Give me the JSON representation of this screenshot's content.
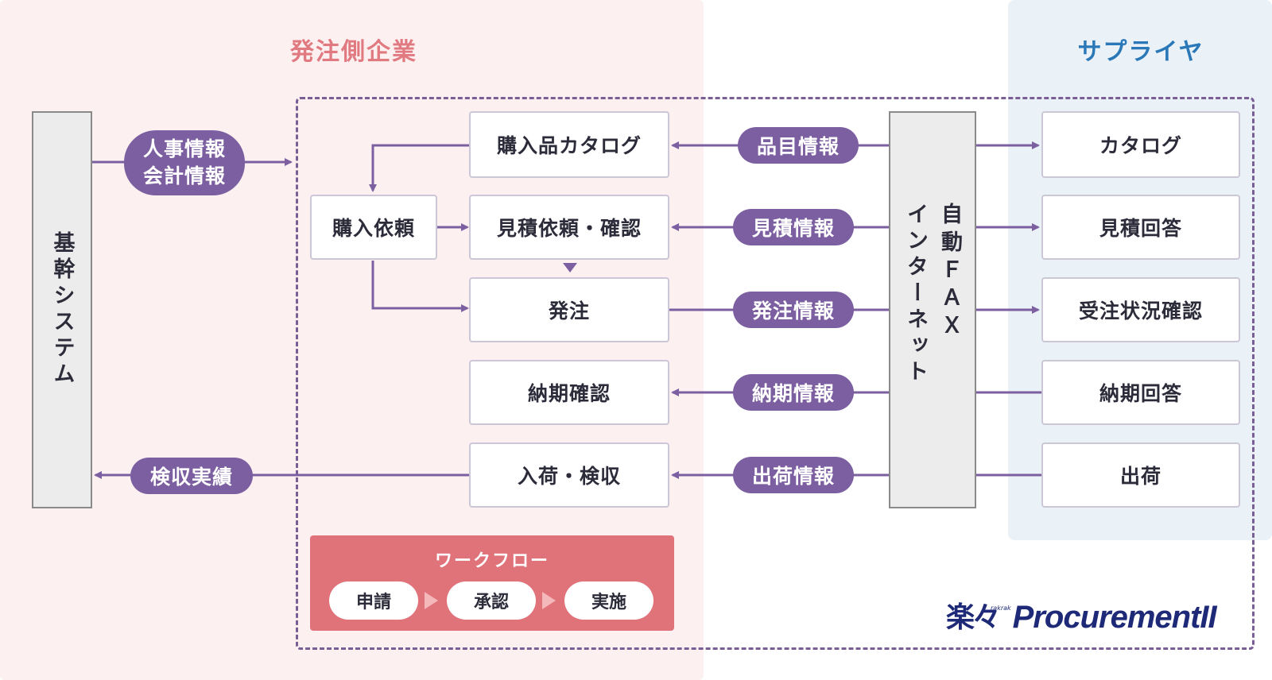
{
  "regions": {
    "buyer_title": "発注側企業",
    "supplier_title": "サプライヤ"
  },
  "core_system": {
    "label": "基幹システム"
  },
  "transport": {
    "col1": "自動ＦＡＸ",
    "col2": "インターネット"
  },
  "pills": {
    "hr_accounting": [
      "人事情報",
      "会計情報"
    ],
    "inspection_results": "検収実績",
    "item_info": "品目情報",
    "quote_info": "見積情報",
    "order_info": "発注情報",
    "delivery_info": "納期情報",
    "shipping_info": "出荷情報"
  },
  "buyer_nodes": {
    "purchase_request": "購入依頼",
    "catalog": "購入品カタログ",
    "quote_request": "見積依頼・確認",
    "order": "発注",
    "delivery_confirm": "納期確認",
    "receiving": "入荷・検収"
  },
  "supplier_nodes": {
    "catalog": "カタログ",
    "quote_answer": "見積回答",
    "order_status": "受注状況確認",
    "delivery_answer": "納期回答",
    "shipping": "出荷"
  },
  "workflow": {
    "title": "ワークフロー",
    "steps": [
      "申請",
      "承認",
      "実施"
    ]
  },
  "logo": {
    "kanji": "楽々",
    "small": "rakrak",
    "word": "ProcurementII"
  },
  "colors": {
    "buyer_bg": "#fdf0f0",
    "supplier_bg": "#eaf2f8",
    "buyer_title": "#e07a80",
    "supplier_title": "#2a78b8",
    "accent_purple": "#7c5fa0",
    "workflow_bg": "#e07379",
    "logo": "#1e2a78"
  }
}
